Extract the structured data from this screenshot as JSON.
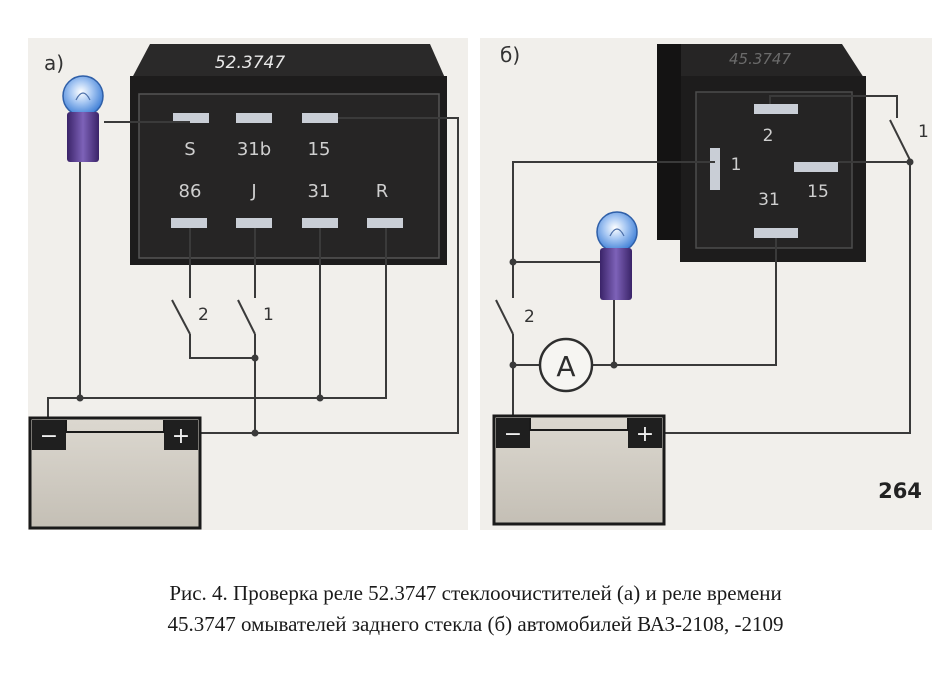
{
  "panel_a": {
    "label": "а)",
    "relay_marking": "52.3747",
    "terminals_top": [
      "S",
      "31b",
      "15"
    ],
    "terminals_bottom": [
      "86",
      "J",
      "31",
      "R"
    ],
    "switch_labels": [
      "2",
      "1"
    ],
    "battery_minus": "−",
    "battery_plus": "+"
  },
  "panel_b": {
    "label": "б)",
    "relay_marking": "45.3747",
    "terminals": [
      "2",
      "1",
      "15",
      "31"
    ],
    "switch_labels": [
      "2",
      "1"
    ],
    "ammeter": "A",
    "battery_minus": "−",
    "battery_plus": "+"
  },
  "page_number": "264",
  "caption": {
    "line1": "Рис. 4. Проверка реле 52.3747 стеклоочистителей (а) и реле времени",
    "line2": "45.3747 омывателей заднего стекла  (б) автомобилей ВАЗ-2108, -2109"
  },
  "colors": {
    "background": "#f3f1ee",
    "relay_body": "#1d1c1c",
    "terminal": "#c9ced6",
    "wire": "#3a3a3a",
    "battery": "#d0ccc4",
    "bulb": "#6fa4e6",
    "bulb_base": "#5a3f96"
  }
}
